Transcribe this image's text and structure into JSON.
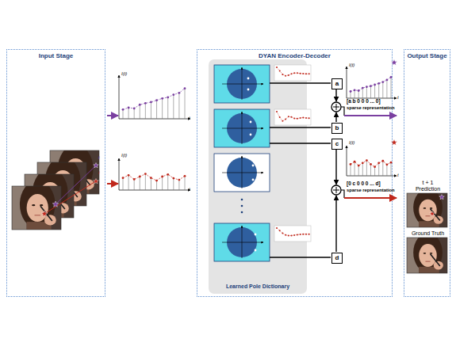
{
  "diagram": {
    "nodes": [
      {
        "text": [
          "Input Stage"
        ]
      },
      {
        "text": [
          "DYAN Encoder-Decoder"
        ]
      },
      {
        "text": [
          "Learned Pole Dictionary"
        ],
        "in": 1
      },
      {
        "text": [
          "a"
        ],
        "in": 1
      },
      {
        "text": [
          "b"
        ],
        "in": 1
      },
      {
        "text": [
          "c"
        ],
        "in": 1
      },
      {
        "text": [
          "d"
        ],
        "in": 1
      },
      {
        "text": [
          "Output Stage"
        ]
      },
      {
        "text": [
          "t + 1",
          "Prediction"
        ],
        "in": 7
      },
      {
        "text": [
          "Ground Truth"
        ],
        "in": 7
      }
    ],
    "labels": [
      "I(t)",
      "t",
      "I(t)",
      "t",
      "t",
      "t",
      "I(t)",
      "t",
      "[a b 0 0 0 ... 0]",
      "sparse representation",
      "I(t)",
      "t",
      "[0 c 0 0 0 ... d]",
      "sparse representation"
    ]
  }
}
